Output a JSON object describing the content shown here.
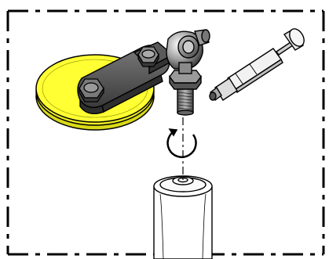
{
  "figure": {
    "parts": [
      {
        "id": "pulley",
        "icon": "pulley-icon",
        "color": "#ffff33"
      },
      {
        "id": "arm",
        "icon": "arm-bracket-icon",
        "color": "#4a4a4a"
      },
      {
        "id": "ball-joint",
        "icon": "ball-joint-icon",
        "color": "#777777"
      },
      {
        "id": "grease-gun",
        "icon": "grease-gun-icon",
        "color": "#e6e6e6"
      },
      {
        "id": "rotation-arrow",
        "icon": "rotate-icon",
        "color": "#000000"
      },
      {
        "id": "strut",
        "icon": "strut-cylinder-icon",
        "color": "#ffffff"
      }
    ],
    "border_style": "dash-dot"
  }
}
